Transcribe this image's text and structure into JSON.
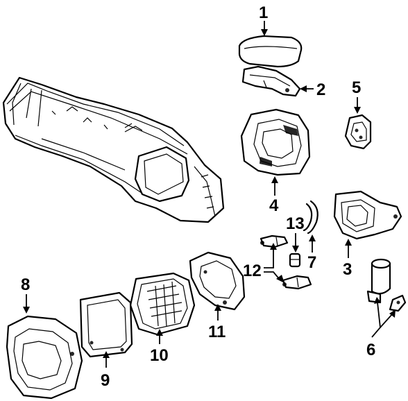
{
  "callouts": {
    "c1": "1",
    "c2": "2",
    "c3": "3",
    "c4": "4",
    "c5": "5",
    "c6": "6",
    "c7": "7",
    "c8": "8",
    "c9": "9",
    "c10": "10",
    "c11": "11",
    "c12": "12",
    "c13": "13"
  }
}
